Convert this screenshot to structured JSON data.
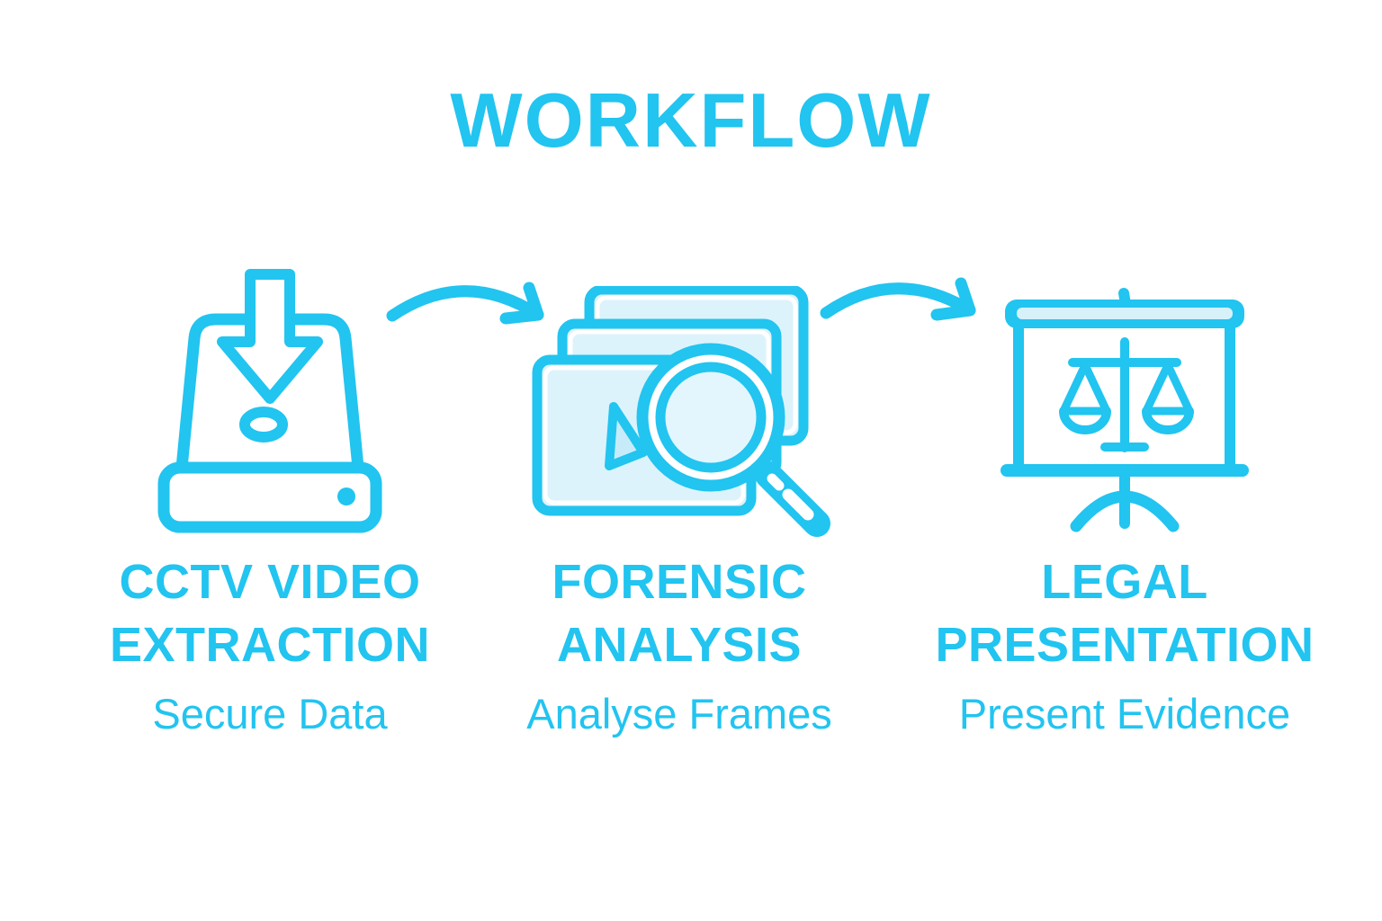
{
  "title": "WORKFLOW",
  "colors": {
    "accent": "#22C4F0",
    "fill_light": "#DCF3FB",
    "fill_lighter": "#E3F6FD",
    "bar_stripe": "#D6F1FA",
    "triangle_fill": "#C7ECF9",
    "background": "#FFFFFF"
  },
  "steps": [
    {
      "icon": "hard-drive-download-icon",
      "heading_lines": [
        "CCTV VIDEO",
        "EXTRACTION"
      ],
      "subtitle": "Secure Data"
    },
    {
      "icon": "video-frames-magnifier-icon",
      "heading_lines": [
        "FORENSIC",
        "ANALYSIS"
      ],
      "subtitle": "Analyse Frames"
    },
    {
      "icon": "presentation-scales-icon",
      "heading_lines": [
        "LEGAL",
        "PRESENTATION"
      ],
      "subtitle": "Present Evidence"
    }
  ],
  "connectors": [
    {
      "icon": "curved-arrow-icon"
    },
    {
      "icon": "curved-arrow-icon"
    }
  ]
}
